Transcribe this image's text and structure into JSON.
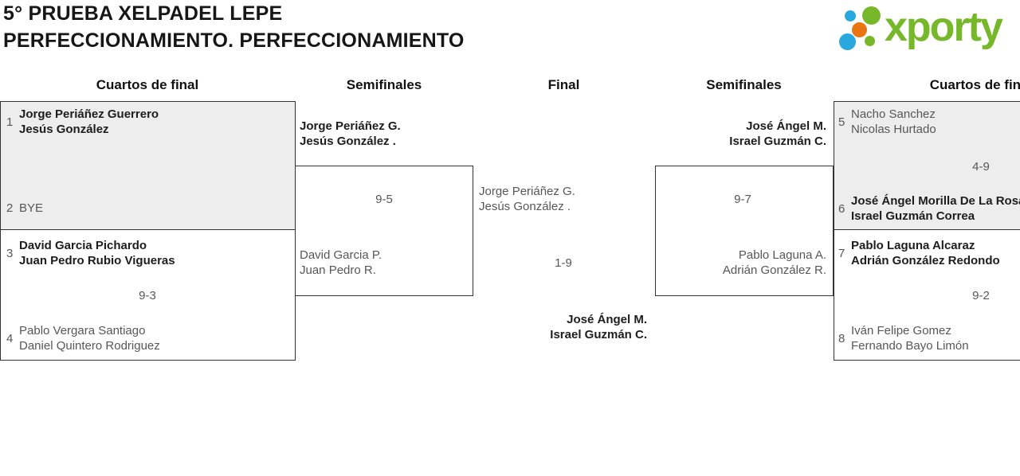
{
  "header": {
    "title_line1": "5° PRUEBA XELPADEL LEPE",
    "title_line2": "PERFECCIONAMIENTO. PERFECCIONAMIENTO"
  },
  "logo": {
    "wordmark": "xporty"
  },
  "colors": {
    "brand_green": "#76b82a",
    "brand_blue": "#29a8e0",
    "brand_orange": "#e87511",
    "box_gray": "#ededed"
  },
  "round_headers": {
    "left_qf": "Cuartos de final",
    "left_sf": "Semifinales",
    "final": "Final",
    "right_sf": "Semifinales",
    "right_qf": "Cuartos de final"
  },
  "matches": {
    "qf1": {
      "seed_top": "1",
      "team_top": [
        "Jorge Periáñez Guerrero",
        "Jesús González"
      ],
      "seed_bottom": "2",
      "team_bottom_bye": "BYE"
    },
    "qf2": {
      "seed_top": "3",
      "team_top": [
        "David Garcia Pichardo",
        "Juan Pedro Rubio Vigueras"
      ],
      "score": "9-3",
      "seed_bottom": "4",
      "team_bottom": [
        "Pablo Vergara Santiago",
        "Daniel Quintero Rodriguez"
      ]
    },
    "sf1": {
      "team_top": [
        "Jorge Periáñez G.",
        "Jesús González ."
      ],
      "score": "9-5",
      "team_bottom": [
        "David Garcia P.",
        "Juan Pedro R."
      ]
    },
    "final": {
      "team_top": [
        "Jorge Periáñez G.",
        "Jesús González ."
      ],
      "score": "1-9",
      "team_bottom": [
        "José Ángel M.",
        "Israel Guzmán C."
      ]
    },
    "sf2": {
      "team_top": [
        "José Ángel M.",
        "Israel Guzmán C."
      ],
      "score": "9-7",
      "team_bottom": [
        "Pablo Laguna A.",
        "Adrián González R."
      ]
    },
    "qf3": {
      "seed_top": "5",
      "team_top": [
        "Nacho Sanchez",
        "Nicolas Hurtado"
      ],
      "score": "4-9",
      "seed_bottom": "6",
      "team_bottom": [
        "José Ángel Morilla De La Rosa",
        "Israel Guzmán Correa"
      ]
    },
    "qf4": {
      "seed_top": "7",
      "team_top": [
        "Pablo Laguna Alcaraz",
        "Adrián González Redondo"
      ],
      "score": "9-2",
      "seed_bottom": "8",
      "team_bottom": [
        "Iván Felipe Gomez",
        "Fernando Bayo Limón"
      ]
    }
  }
}
